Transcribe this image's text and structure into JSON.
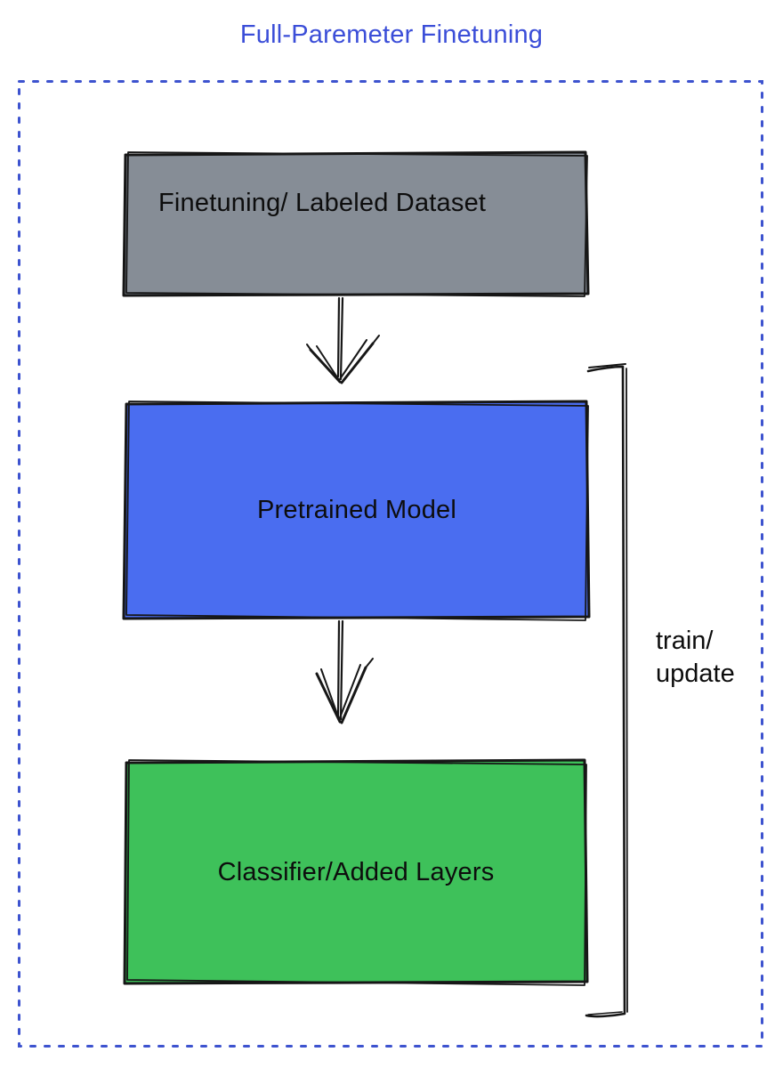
{
  "title": "Full-Paremeter Finetuning",
  "colors": {
    "title_text": "#3b4ed8",
    "dashed_border": "#3d53cf",
    "dataset_fill": "#868d96",
    "pretrained_fill": "#4a6df0",
    "classifier_fill": "#3ec15a",
    "sketch_stroke": "#161616",
    "label_text": "#0d0d0d"
  },
  "nodes": {
    "dataset": {
      "label": "Finetuning/ Labeled Dataset"
    },
    "pretrained": {
      "label": "Pretrained Model"
    },
    "classifier": {
      "label": "Classifier/Added Layers"
    }
  },
  "annotation": {
    "line1": "train/",
    "line2": "update"
  }
}
